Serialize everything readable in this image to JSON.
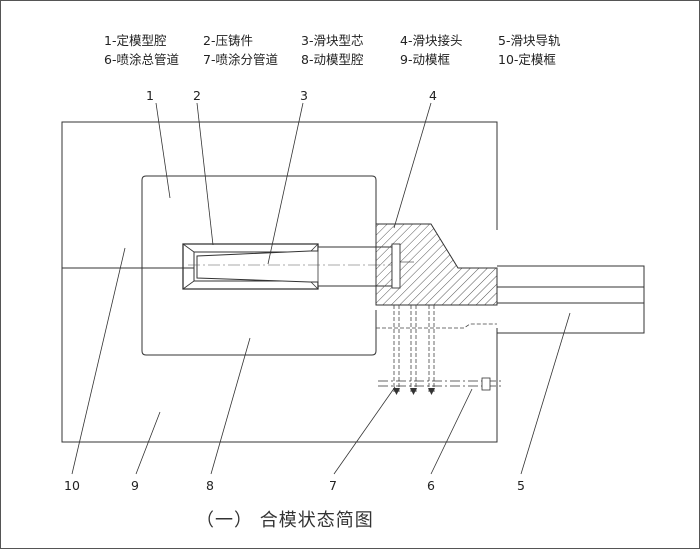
{
  "legend": [
    "1-定模型腔",
    "2-压铸件",
    "3-滑块型芯",
    "4-滑块接头",
    "5-滑块导轨",
    "6-喷涂总管道",
    "7-喷涂分管道",
    "8-动模型腔",
    "9-动模框",
    "10-定模框"
  ],
  "callouts": [
    "1",
    "2",
    "3",
    "4",
    "10",
    "9",
    "8",
    "7",
    "6",
    "5"
  ],
  "caption": "（一） 合模状态简图"
}
